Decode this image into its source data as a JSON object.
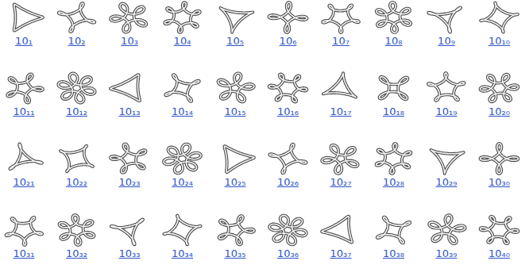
{
  "diagram": {
    "labels": [
      "10₁",
      "10₂",
      "10₃",
      "10₄",
      "10₅",
      "10₆",
      "10₇",
      "10₈",
      "10₉",
      "10₁₀",
      "10₁₁",
      "10₁₂",
      "10₁₃",
      "10₁₄",
      "10₁₅",
      "10₁₆",
      "10₁₇",
      "10₁₈",
      "10₁₉",
      "10₂₀",
      "10₂₁",
      "10₂₂",
      "10₂₃",
      "10₂₄",
      "10₂₅",
      "10₂₆",
      "10₂₇",
      "10₂₈",
      "10₂₉",
      "10₃₀",
      "10₃₁",
      "10₃₂",
      "10₃₃",
      "10₃₄",
      "10₃₅",
      "10₃₆",
      "10₃₇",
      "10₃₈",
      "10₃₉",
      "10₄₀"
    ]
  }
}
